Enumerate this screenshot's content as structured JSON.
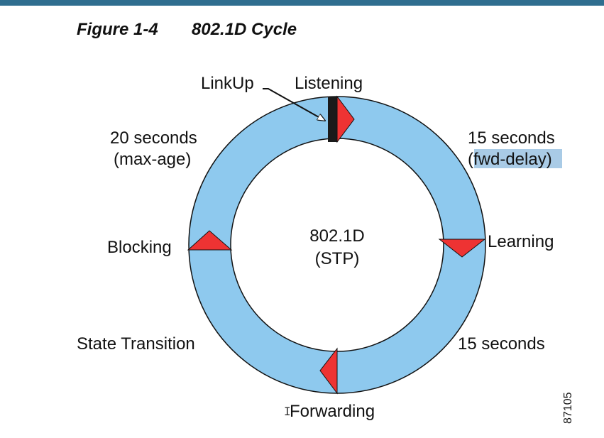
{
  "figure": {
    "number": "Figure 1-4",
    "title": "802.1D Cycle"
  },
  "colors": {
    "header_bar": "#2f6e8f",
    "ring_fill": "#8ec9ee",
    "arrow_fill": "#ee3333",
    "highlight": "#a9cbe6"
  },
  "diagram": {
    "center_line1": "802.1D",
    "center_line2": "(STP)",
    "linkup_label": "LinkUp",
    "states": {
      "listening": "Listening",
      "learning": "Learning",
      "forwarding": "Forwarding",
      "blocking": "Blocking"
    },
    "timers": {
      "top_right_line1": "15 seconds",
      "top_right_line2": "(fwd-delay)",
      "bottom_right": "15 seconds",
      "top_left_line1": "20 seconds",
      "top_left_line2": "(max-age)"
    },
    "state_transition_label": "State Transition",
    "figure_id": "87105"
  },
  "cursor": {
    "glyph": "I"
  }
}
